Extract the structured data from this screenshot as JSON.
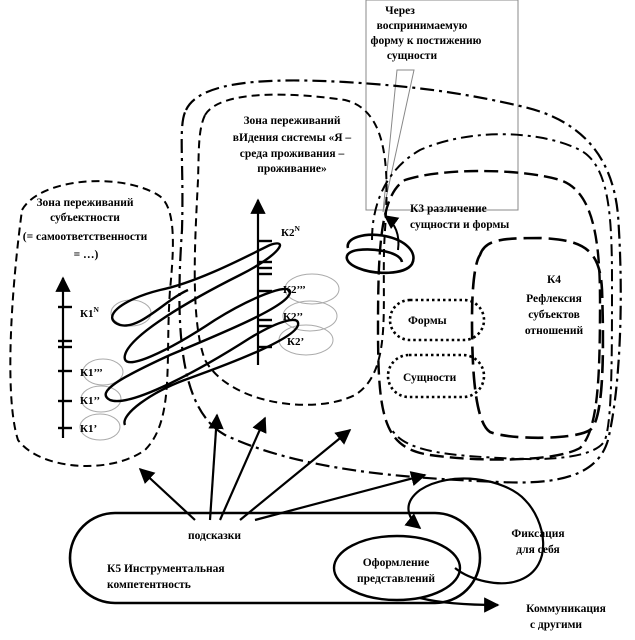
{
  "callout": {
    "lines": [
      "Через",
      "воспринимаемую",
      "форму к постижению",
      "сущности"
    ]
  },
  "zone_self": {
    "lines": [
      "Зона переживаний",
      "субъектности",
      "(= самоответственности",
      "= …)"
    ]
  },
  "zone_vision": {
    "lines": [
      "Зона переживаний",
      "вИдения системы «Я –",
      "среда проживания –",
      "проживание»"
    ]
  },
  "k3": {
    "lines": [
      "К3 различение",
      "сущности и  формы"
    ]
  },
  "k4": {
    "lines": [
      "К4",
      "Рефлексия",
      "субъектов",
      "отношений"
    ]
  },
  "forms_label": "Формы",
  "essences_label": "Сущности",
  "k1_axis": [
    {
      "base": "К1",
      "sup": "N"
    },
    {
      "base": "К1’’’",
      "sup": ""
    },
    {
      "base": "К1’’",
      "sup": ""
    },
    {
      "base": "К1’",
      "sup": ""
    }
  ],
  "k2_axis": [
    {
      "base": "К2",
      "sup": "N"
    },
    {
      "base": "К2’’’",
      "sup": ""
    },
    {
      "base": "К2’’",
      "sup": ""
    },
    {
      "base": "К2’",
      "sup": ""
    }
  ],
  "k5": {
    "hints": "подсказки",
    "lines": [
      "К5 Инструментальная",
      "компетентность"
    ]
  },
  "representations": {
    "lines": [
      "Оформление",
      "представлений"
    ]
  },
  "fixation": {
    "lines": [
      "Фиксация",
      "для себя"
    ]
  },
  "communication": {
    "lines": [
      "Коммуникация",
      "с другими"
    ]
  }
}
